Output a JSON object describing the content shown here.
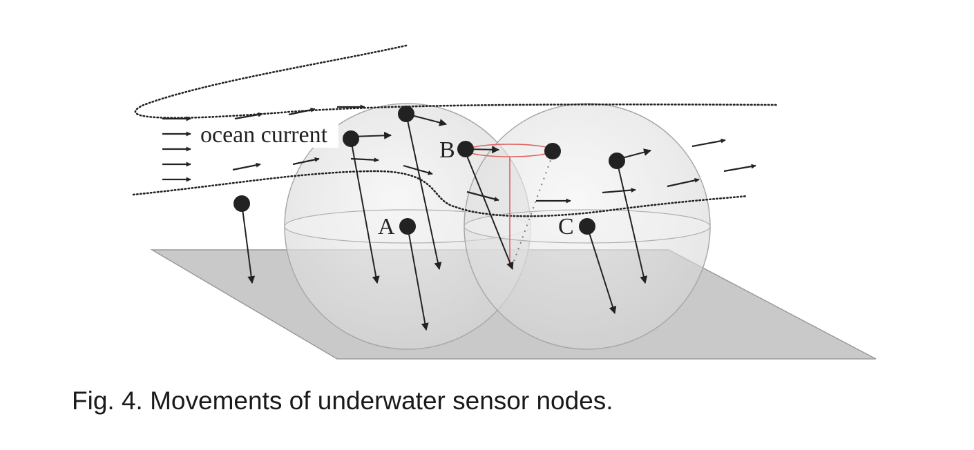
{
  "figure": {
    "caption": "Fig. 4.  Movements of underwater sensor nodes.",
    "labels": {
      "ocean_current": "ocean current",
      "node_a": "A",
      "node_b": "B",
      "node_c": "C"
    },
    "colors": {
      "seabed": "#c9c9c9",
      "sphere_fill": "#e9e9e9",
      "node": "#222222",
      "arrow": "#222222",
      "projection": "#e06060"
    }
  }
}
